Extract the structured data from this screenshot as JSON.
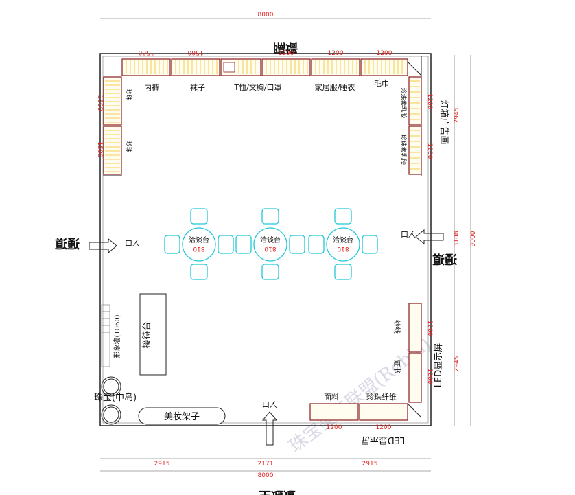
{
  "labels": {
    "top_wall": "隔墙",
    "main_aisle": "主通道",
    "left_aisle": "通道",
    "right_aisle": "通道",
    "entrance_left": "入口",
    "entrance_right": "入口",
    "entrance_bottom": "入口",
    "underwear": "内裤",
    "socks": "袜子",
    "tshirt": "T恤/文胸/口罩",
    "homewear": "家居服/睡衣",
    "towel": "毛巾",
    "left_wall_1": "珍珠",
    "left_wall_2": "珍珠",
    "right_wall_1": "珍珠素乳胶",
    "right_wall_2": "珍珠素乳胶",
    "lightbox": "灯箱广告画",
    "reception": "接待台",
    "image_wall": "形象墙(1060)",
    "jewelry": "珠宝(中岛)",
    "makeup": "美妆架子",
    "fabric": "面料",
    "pearl_fiber": "珍珠纤维",
    "yarn": "纱线",
    "certificate": "证书",
    "led_right": "LED显示屏",
    "led_bottom": "LED显示屏",
    "nego_1": "洽谈台",
    "nego_2": "洽谈台",
    "nego_3": "洽谈台",
    "watermark": "珠宝美产联盟(Robin)"
  },
  "dimensions": {
    "total_width_top": "8000",
    "total_width_bottom": "8000",
    "total_height": "9000",
    "shelf_1": "1500",
    "shelf_2": "1500",
    "shelf_3": "1200",
    "shelf_4": "1200",
    "shelf_5": "1200",
    "left_shelf_1": "1500",
    "left_shelf_2": "1500",
    "right_shelf_1": "1200",
    "right_shelf_2": "1200",
    "right_seg_top": "2945",
    "right_seg_mid": "3108",
    "right_seg_bot": "2945",
    "bottom_shelf_1": "1200",
    "bottom_shelf_2": "1200",
    "right_low_1": "1200",
    "right_low_2": "1200",
    "bottom_seg_1": "2915",
    "bottom_seg_2": "2171",
    "bottom_seg_3": "2915",
    "table_dia_1": "810",
    "table_dia_2": "810",
    "table_dia_3": "810"
  }
}
